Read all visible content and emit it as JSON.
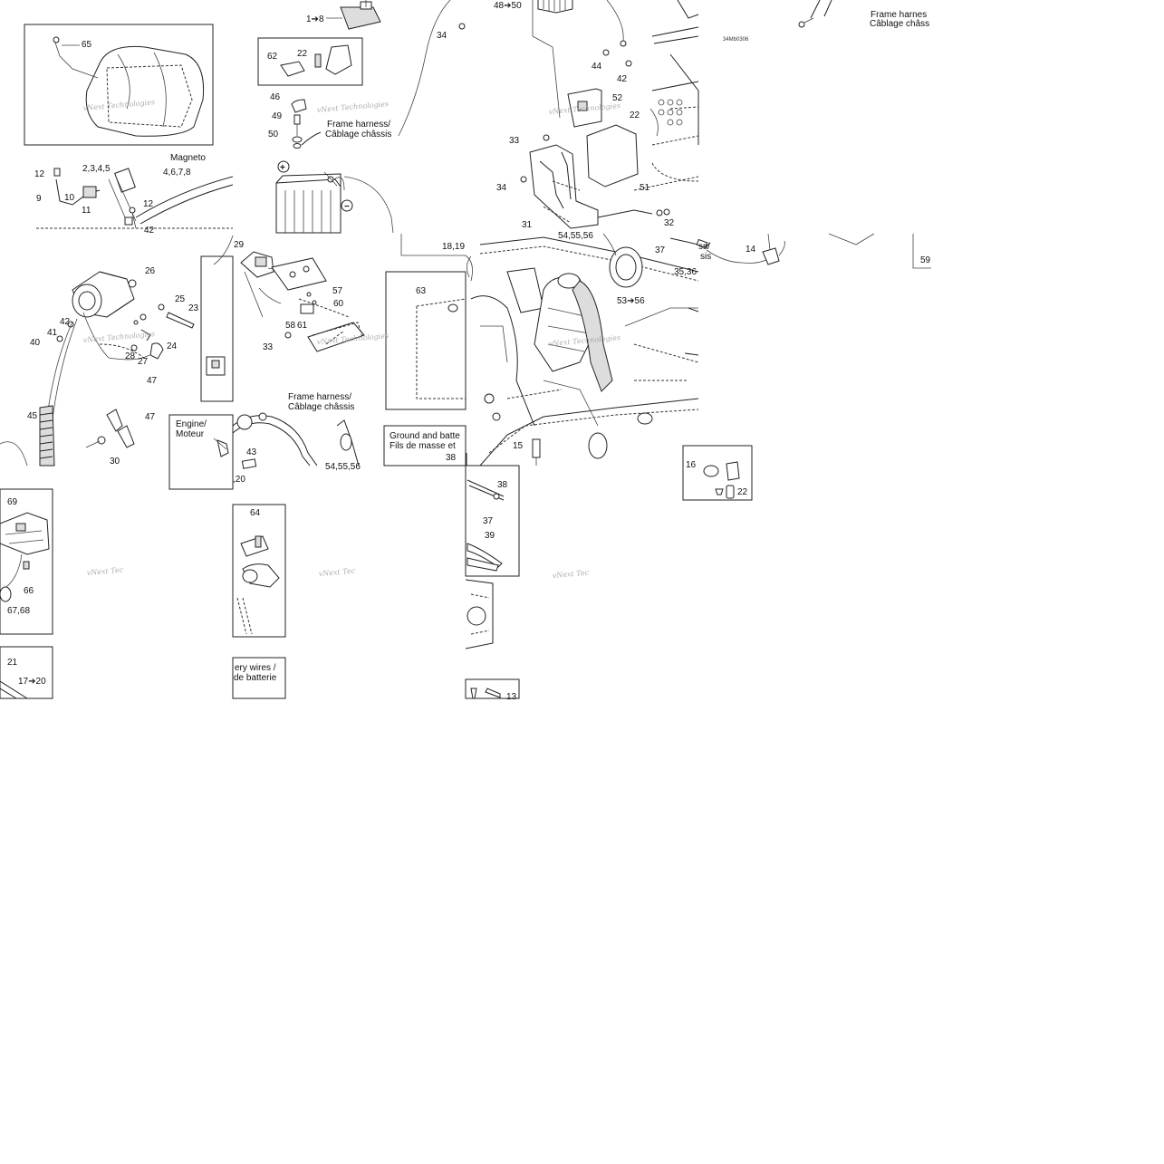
{
  "diagram": {
    "drawing_code": "34Mb0306",
    "watermark": "vNext Technologies",
    "callouts": [
      {
        "id": "c65",
        "text": "65"
      },
      {
        "id": "c1_8",
        "text": "1➔8"
      },
      {
        "id": "c48_50",
        "text": "48➔50"
      },
      {
        "id": "c34a",
        "text": "34"
      },
      {
        "id": "c62",
        "text": "62"
      },
      {
        "id": "c22a",
        "text": "22"
      },
      {
        "id": "c46",
        "text": "46"
      },
      {
        "id": "c49",
        "text": "49"
      },
      {
        "id": "c50",
        "text": "50"
      },
      {
        "id": "c44",
        "text": "44"
      },
      {
        "id": "c42a",
        "text": "42"
      },
      {
        "id": "c52",
        "text": "52"
      },
      {
        "id": "c22b",
        "text": "22"
      },
      {
        "id": "c33a",
        "text": "33"
      },
      {
        "id": "c34b",
        "text": "34"
      },
      {
        "id": "c51",
        "text": "51"
      },
      {
        "id": "c31",
        "text": "31"
      },
      {
        "id": "c32",
        "text": "32"
      },
      {
        "id": "c54_56a",
        "text": "54,55,56"
      },
      {
        "id": "c12a",
        "text": "12"
      },
      {
        "id": "c2345",
        "text": "2,3,4,5"
      },
      {
        "id": "c4678",
        "text": "4,6,7,8"
      },
      {
        "id": "c9",
        "text": "9"
      },
      {
        "id": "c10",
        "text": "10"
      },
      {
        "id": "c11",
        "text": "11"
      },
      {
        "id": "c12b",
        "text": "12"
      },
      {
        "id": "c42b",
        "text": "42"
      },
      {
        "id": "c1819",
        "text": "18,19"
      },
      {
        "id": "c37a",
        "text": "37"
      },
      {
        "id": "c14",
        "text": "14"
      },
      {
        "id": "c3536",
        "text": "35,36"
      },
      {
        "id": "c59",
        "text": "59"
      },
      {
        "id": "c26",
        "text": "26"
      },
      {
        "id": "c29",
        "text": "29"
      },
      {
        "id": "c57",
        "text": "57"
      },
      {
        "id": "c60",
        "text": "60"
      },
      {
        "id": "c58",
        "text": "58"
      },
      {
        "id": "c61",
        "text": "61"
      },
      {
        "id": "c33b",
        "text": "33"
      },
      {
        "id": "c25",
        "text": "25"
      },
      {
        "id": "c23",
        "text": "23"
      },
      {
        "id": "c42c",
        "text": "42"
      },
      {
        "id": "c41",
        "text": "41"
      },
      {
        "id": "c40",
        "text": "40"
      },
      {
        "id": "c24",
        "text": "24"
      },
      {
        "id": "c28",
        "text": "28"
      },
      {
        "id": "c27",
        "text": "27"
      },
      {
        "id": "c47a",
        "text": "47"
      },
      {
        "id": "c63",
        "text": "63"
      },
      {
        "id": "c53_56",
        "text": "53➔56"
      },
      {
        "id": "c45",
        "text": "45"
      },
      {
        "id": "c47b",
        "text": "47"
      },
      {
        "id": "c30",
        "text": "30"
      },
      {
        "id": "c43",
        "text": "43"
      },
      {
        "id": "c20",
        "text": ",20"
      },
      {
        "id": "c54_56b",
        "text": "54,55,56"
      },
      {
        "id": "c38a",
        "text": "38"
      },
      {
        "id": "c15",
        "text": "15"
      },
      {
        "id": "c16",
        "text": "16"
      },
      {
        "id": "c22c",
        "text": "22"
      },
      {
        "id": "c69",
        "text": "69"
      },
      {
        "id": "c64",
        "text": "64"
      },
      {
        "id": "c38b",
        "text": "38"
      },
      {
        "id": "c37b",
        "text": "37"
      },
      {
        "id": "c39",
        "text": "39"
      },
      {
        "id": "c66",
        "text": "66"
      },
      {
        "id": "c6768",
        "text": "67,68"
      },
      {
        "id": "c21",
        "text": "21"
      },
      {
        "id": "c17_20",
        "text": "17➔20"
      },
      {
        "id": "c13",
        "text": "13"
      }
    ],
    "texts": {
      "magneto": "Magneto",
      "frame_harness_1a": "Frame harness/",
      "frame_harness_1b": "Câblage châssis",
      "frame_harness_2a": "Frame harnes",
      "frame_harness_2b": "Câblage châss",
      "frame_harness_3a": "Frame harness/",
      "frame_harness_3b": "Câblage châssis",
      "frag_ss": "ss/",
      "frag_sis": "sis",
      "engine_a": "Engine/",
      "engine_b": "Moteur",
      "ground_a": "Ground and batte",
      "ground_b": "Fils de masse et",
      "battery_a": "ery wires /",
      "battery_b": "de batterie",
      "plus": "+",
      "minus": "−"
    }
  }
}
